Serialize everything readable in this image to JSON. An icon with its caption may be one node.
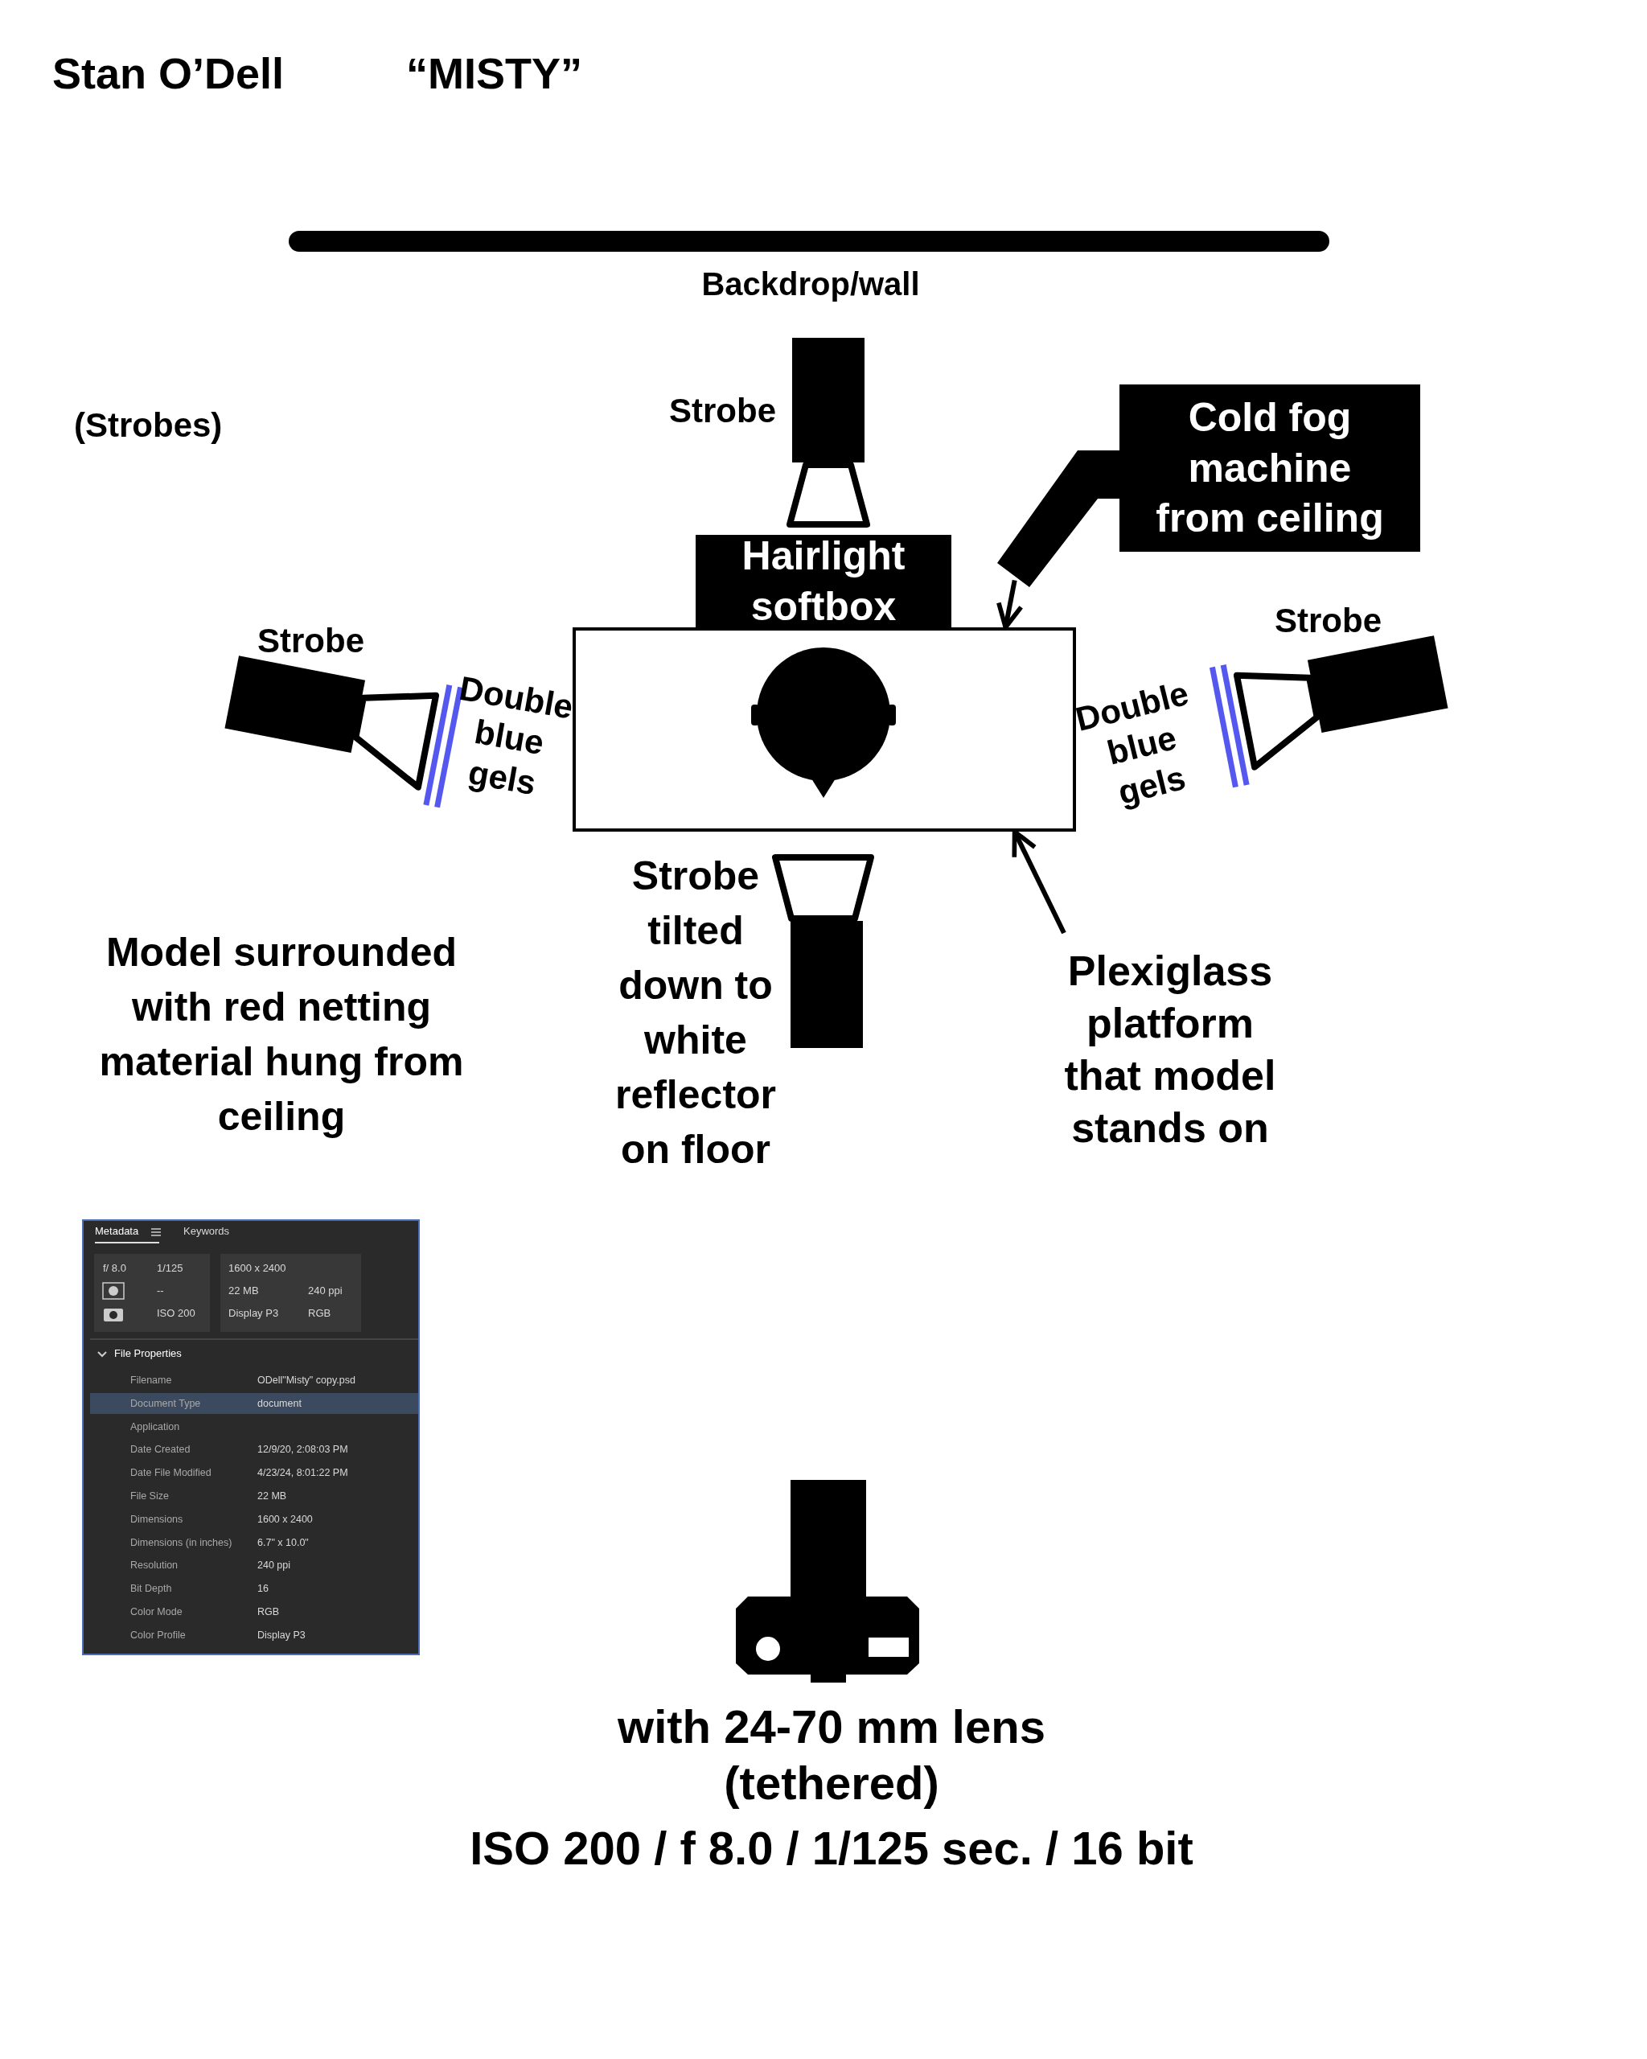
{
  "diagram": {
    "nodes": [
      {
        "text": [
          "Hairlight softbox"
        ]
      },
      {
        "text": [],
        "shape": "box"
      },
      {
        "text": [
          "Cold fog machine from ceiling"
        ]
      },
      {
        "text": [],
        "shape": "bar"
      },
      {
        "text": [
          "Plexiglass platform that model stands on"
        ]
      }
    ],
    "edges": [
      {
        "from": 3,
        "to": 1,
        "arrow": "to"
      },
      {
        "from": 4,
        "to": 1,
        "arrow": "to"
      }
    ],
    "labels": [
      "Stan O’Dell",
      "“MISTY”",
      "Backdrop/wall",
      "(Strobes)",
      "Strobe",
      "Strobe",
      "Double blue gels",
      "Strobe",
      "Double blue gels",
      "Model surrounded with red netting material hung from ceiling",
      "Strobe tilted down to white reflector on floor",
      "Metadata",
      "Keywords",
      "f/ 8.0",
      "1/125",
      "1600 x 2400",
      "--",
      "22 MB",
      "240 ppi",
      "ISO 200",
      "Display P3",
      "RGB",
      "File Properties",
      "Filename",
      "ODell\"Misty\" copy.psd",
      "Document Type",
      "document",
      "Application",
      "Date Created",
      "12/9/20, 2:08:03 PM",
      "Date File Modified",
      "4/23/24, 8:01:22 PM",
      "File Size",
      "22 MB",
      "Dimensions",
      "1600 x 2400",
      "Dimensions (in inches)",
      "6.7\" x 10.0\"",
      "Resolution",
      "240 ppi",
      "Bit Depth",
      "16",
      "Color Mode",
      "RGB",
      "Color Profile",
      "Display P3",
      "with 24-70 mm lens (tethered)",
      "ISO 200 / f 8.0 / 1/125 sec. / 16 bit"
    ]
  }
}
